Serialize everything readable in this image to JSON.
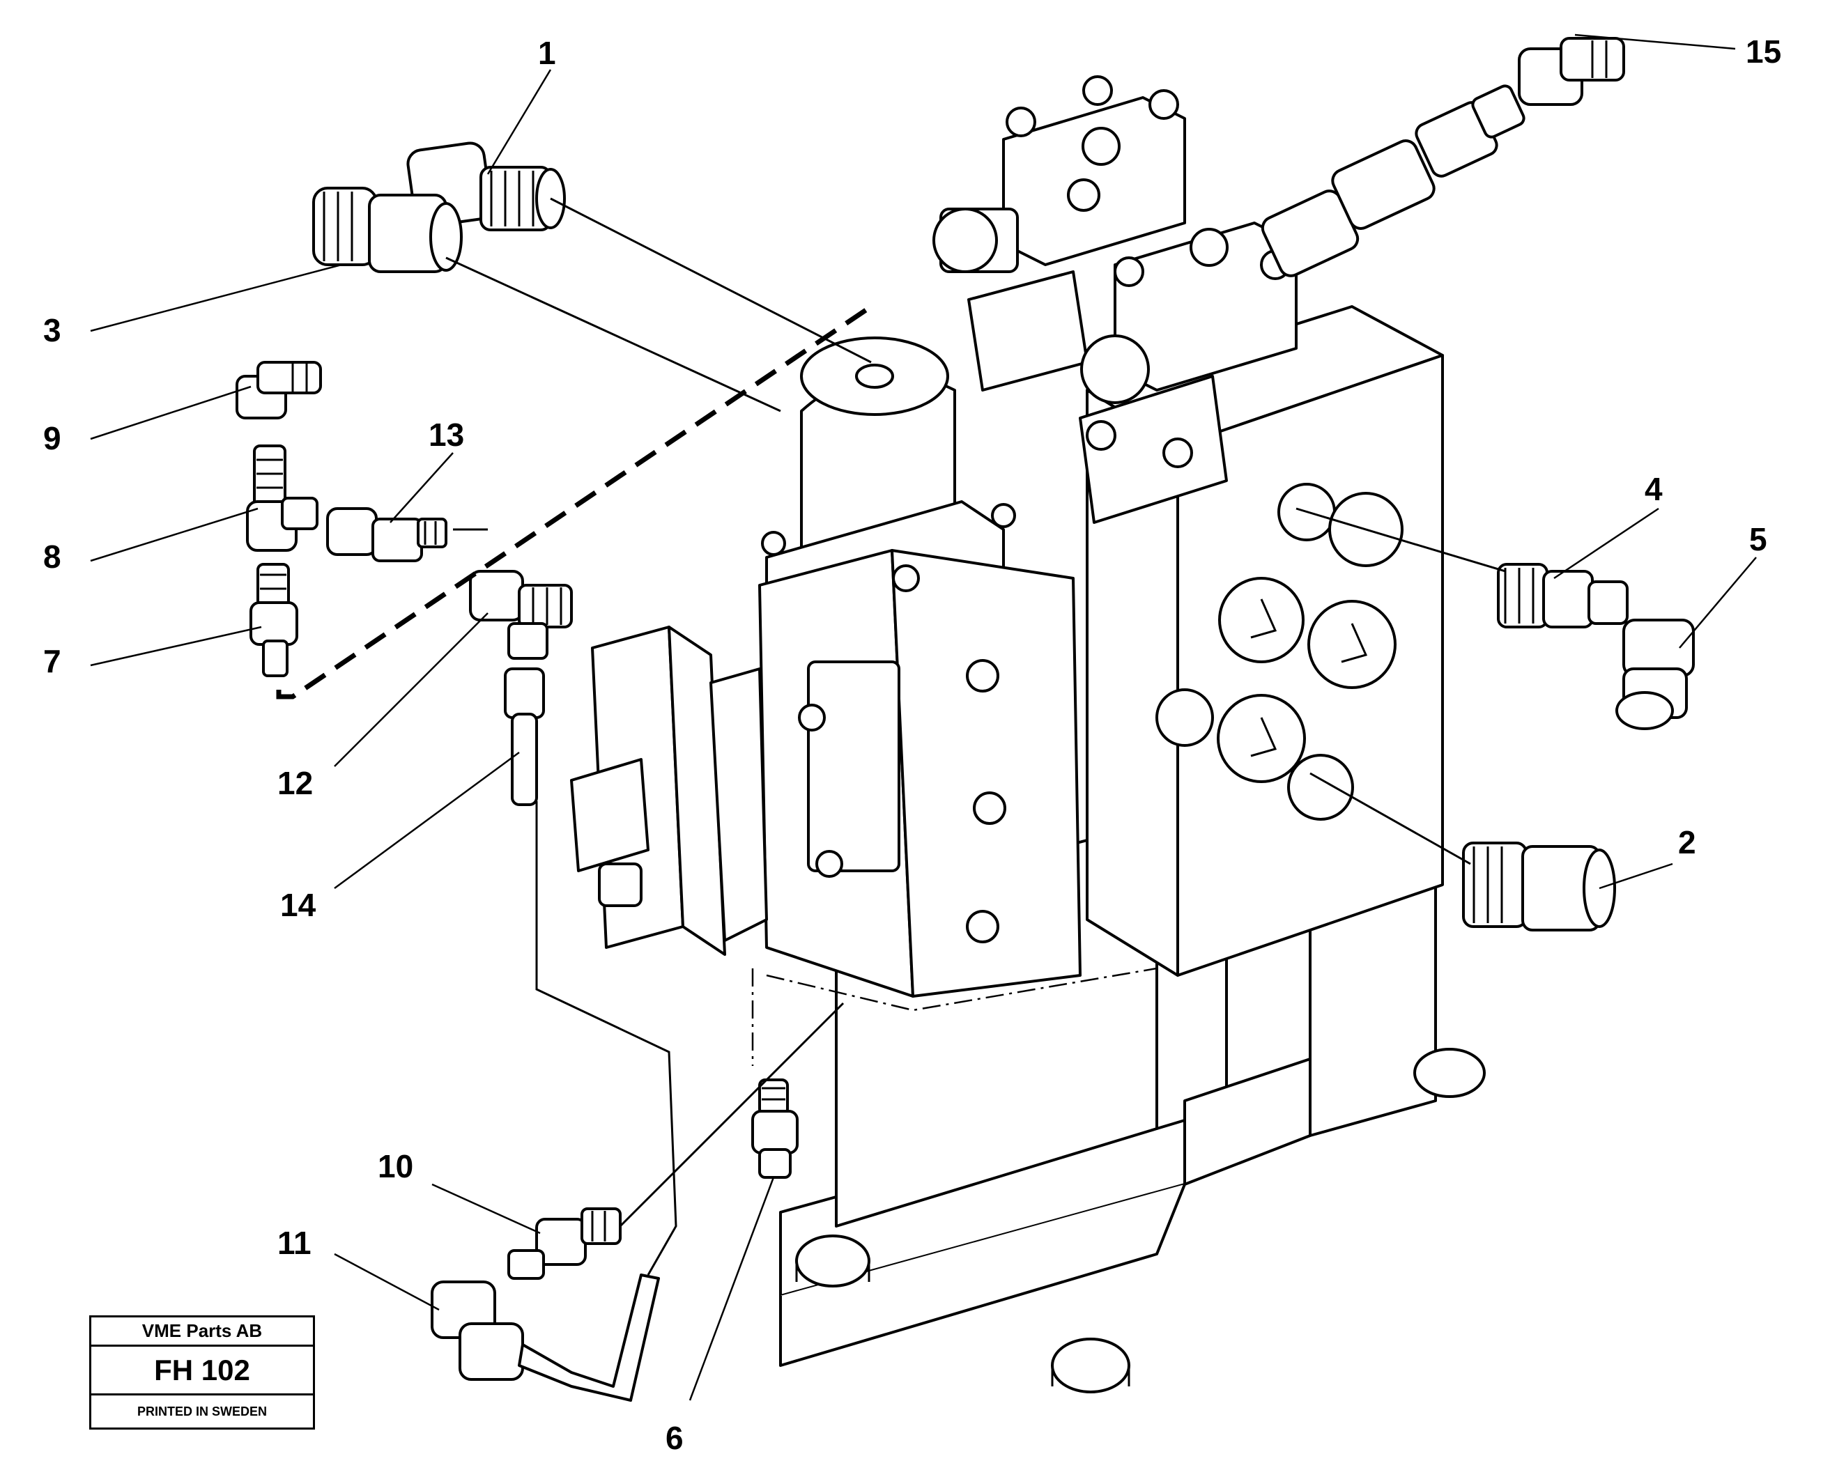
{
  "callouts": [
    {
      "id": "1",
      "label": "1"
    },
    {
      "id": "2",
      "label": "2"
    },
    {
      "id": "3",
      "label": "3"
    },
    {
      "id": "4",
      "label": "4"
    },
    {
      "id": "5",
      "label": "5"
    },
    {
      "id": "6",
      "label": "6"
    },
    {
      "id": "7",
      "label": "7"
    },
    {
      "id": "8",
      "label": "8"
    },
    {
      "id": "9",
      "label": "9"
    },
    {
      "id": "10",
      "label": "10"
    },
    {
      "id": "11",
      "label": "11"
    },
    {
      "id": "12",
      "label": "12"
    },
    {
      "id": "13",
      "label": "13"
    },
    {
      "id": "14",
      "label": "14"
    },
    {
      "id": "15",
      "label": "15"
    }
  ],
  "title_block": {
    "company": "VME Parts AB",
    "code": "FH 102",
    "printed": "PRINTED IN SWEDEN"
  }
}
